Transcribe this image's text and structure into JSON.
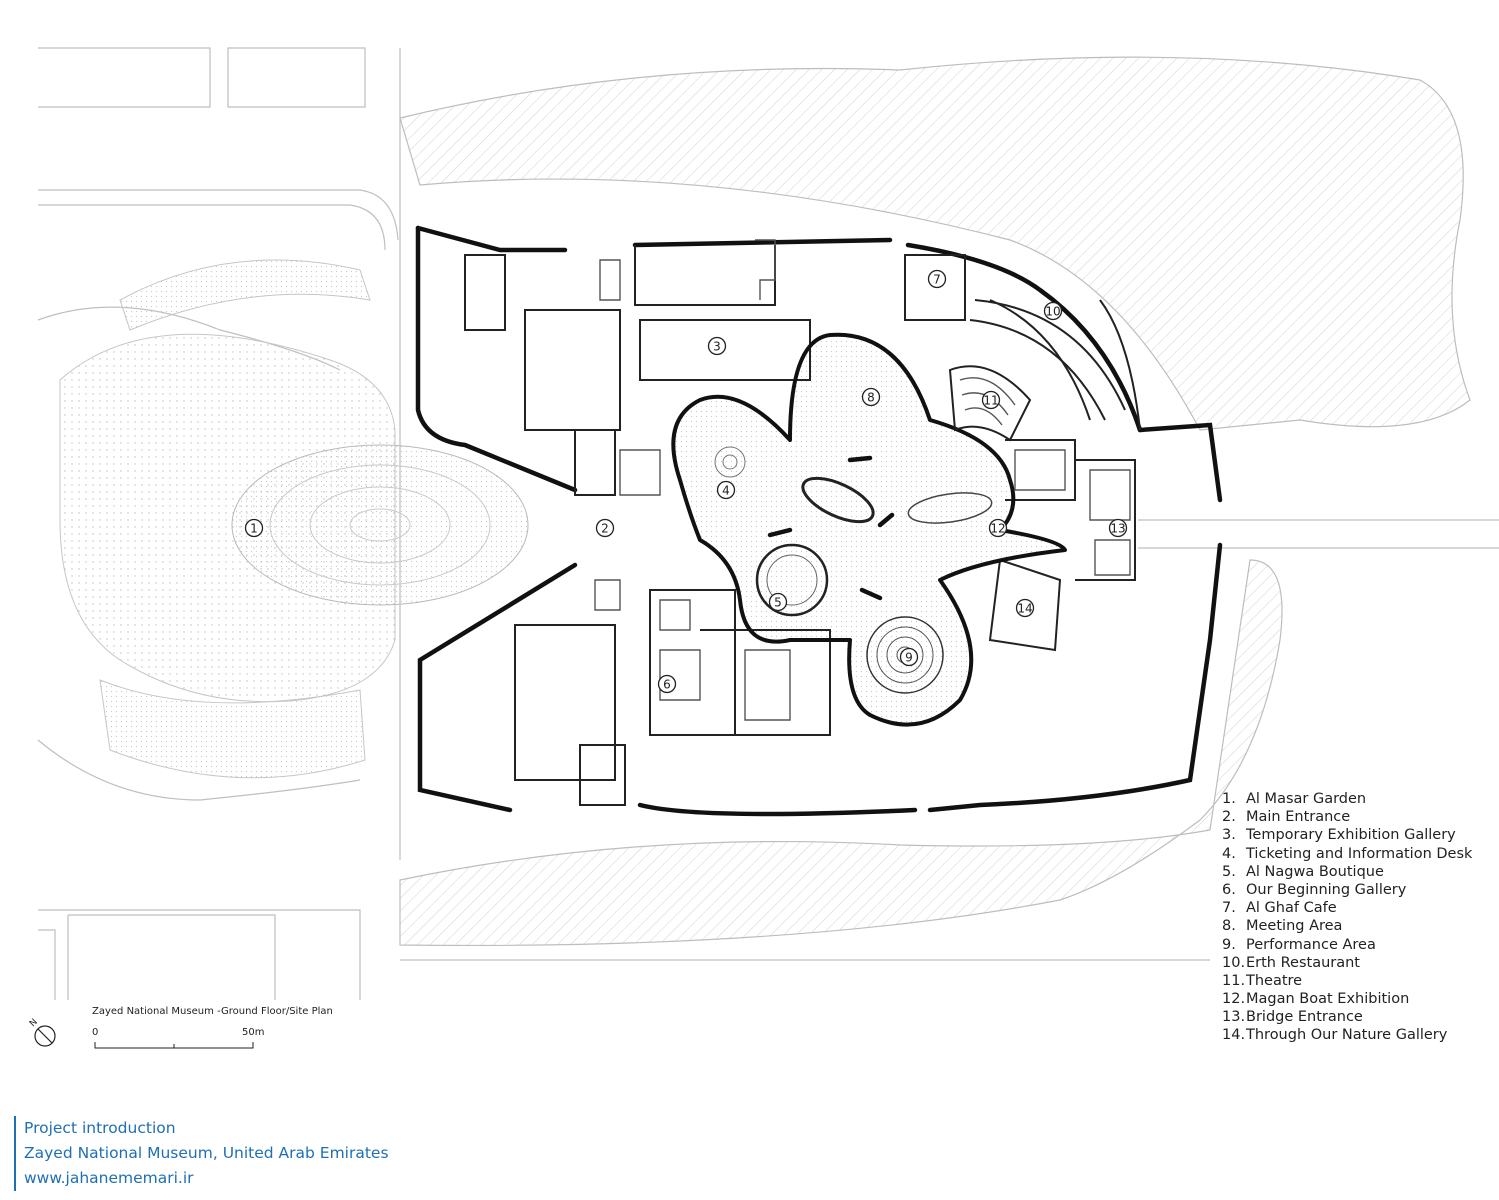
{
  "plan": {
    "title": "Zayed National Museum -Ground Floor/Site Plan",
    "scale_start": "0",
    "scale_end": "50m",
    "north_label": "N",
    "icon": "north-arrow-icon"
  },
  "markers": [
    "1",
    "2",
    "3",
    "4",
    "5",
    "6",
    "7",
    "8",
    "9",
    "10",
    "11",
    "12",
    "13",
    "14"
  ],
  "legend": [
    {
      "num": "1.",
      "label": "Al Masar Garden"
    },
    {
      "num": "2.",
      "label": "Main Entrance"
    },
    {
      "num": "3.",
      "label": "Temporary Exhibition Gallery"
    },
    {
      "num": "4.",
      "label": "Ticketing and Information Desk"
    },
    {
      "num": "5.",
      "label": "Al Nagwa Boutique"
    },
    {
      "num": "6.",
      "label": "Our Beginning Gallery"
    },
    {
      "num": "7.",
      "label": "Al Ghaf Cafe"
    },
    {
      "num": "8.",
      "label": "Meeting Area"
    },
    {
      "num": "9.",
      "label": "Performance Area"
    },
    {
      "num": "10.",
      "label": "Erth Restaurant"
    },
    {
      "num": "11.",
      "label": "Theatre"
    },
    {
      "num": "12.",
      "label": "Magan Boat Exhibition"
    },
    {
      "num": "13.",
      "label": "Bridge Entrance"
    },
    {
      "num": "14.",
      "label": "Through Our Nature Gallery"
    }
  ],
  "credit": {
    "line1": "Project introduction",
    "line2": "Zayed National Museum, United Arab Emirates",
    "line3": "www.jahanememari.ir"
  },
  "colors": {
    "credit": "#1f6fb5",
    "ink": "#222222",
    "light": "#bfbfbf"
  }
}
